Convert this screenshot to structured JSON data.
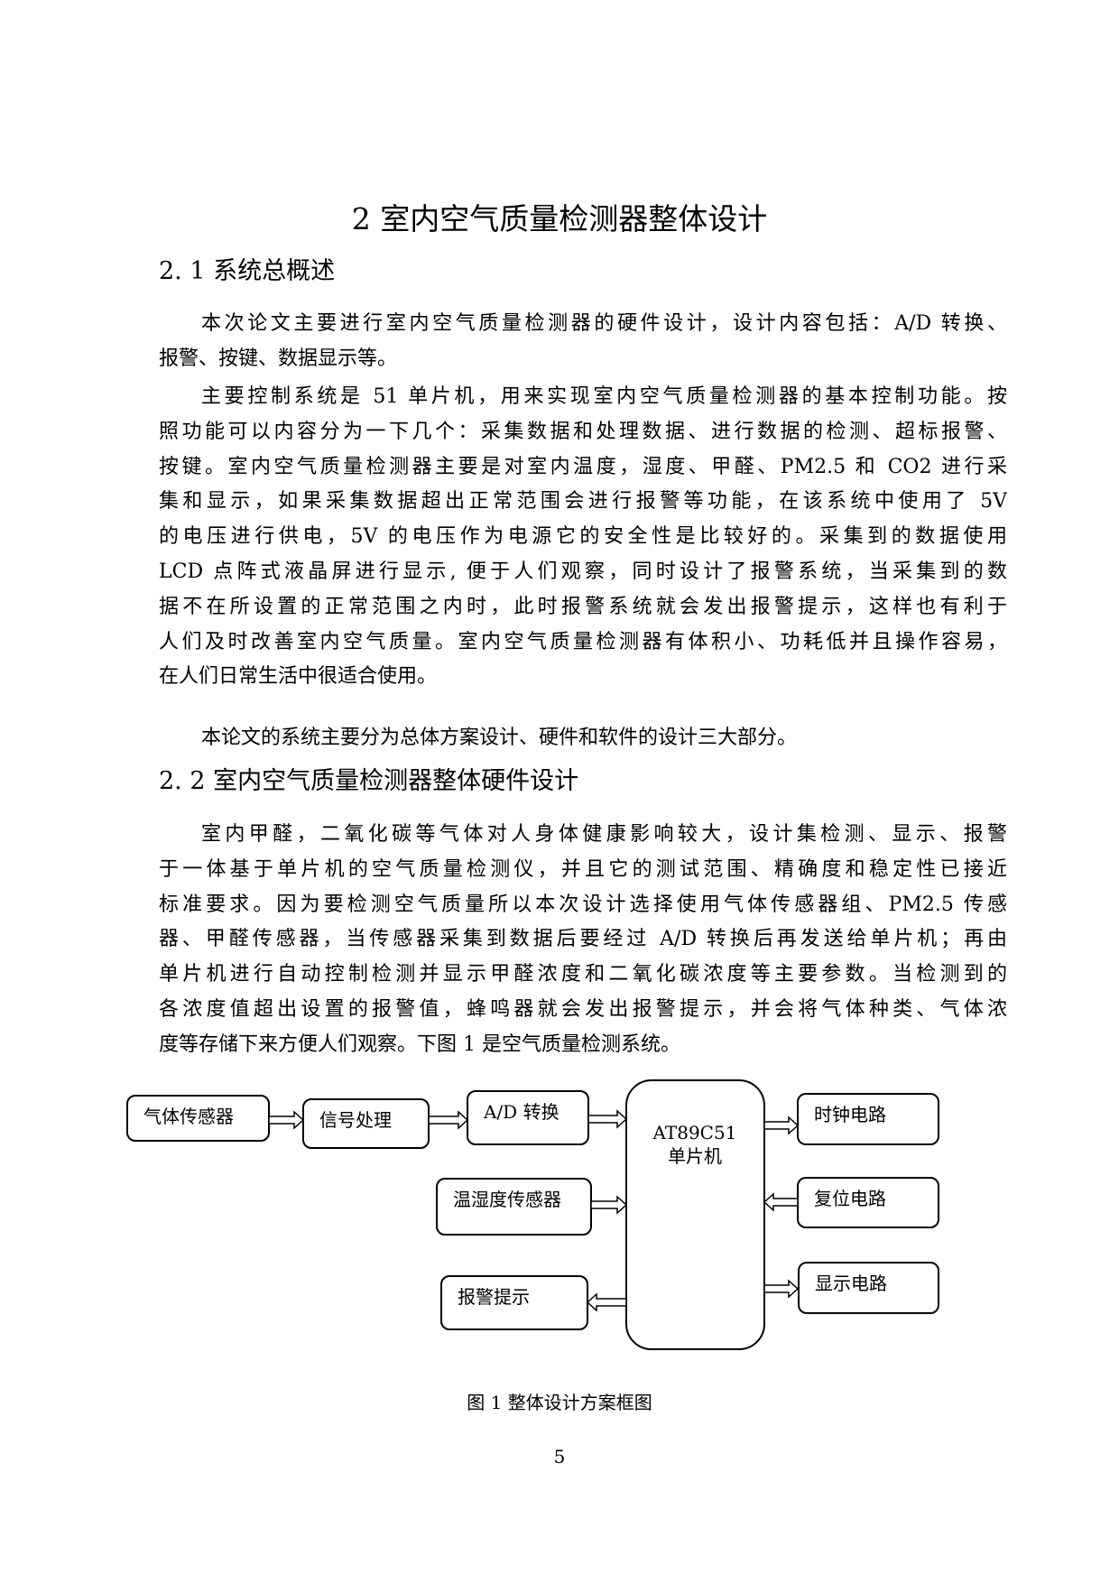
{
  "title": "2 室内空气质量检测器整体设计",
  "sections": [
    {
      "heading": "2. 1 系统总概述"
    },
    {
      "heading": "2. 2 室内空气质量检测器整体硬件设计"
    }
  ],
  "paragraphs": [
    [
      "本次论文主要进行室内空气质量检测器的硬件设计，设计内容包括：A/D 转换、",
      "报警、按键、数据显示等。"
    ],
    [
      "主要控制系统是 51 单片机，用来实现室内空气质量检测器的基本控制功能。按",
      "照功能可以内容分为一下几个：采集数据和处理数据、进行数据的检测、超标报警、",
      "按键。室内空气质量检测器主要是对室内温度，湿度、甲醛、PM2.5 和 CO2 进行采",
      "集和显示，如果采集数据超出正常范围会进行报警等功能，在该系统中使用了 5V",
      "的电压进行供电，5V 的电压作为电源它的安全性是比较好的。采集到的数据使用",
      "LCD 点阵式液晶屏进行显示, 便于人们观察，同时设计了报警系统，当采集到的数",
      "据不在所设置的正常范围之内时，此时报警系统就会发出报警提示，这样也有利于",
      "人们及时改善室内空气质量。室内空气质量检测器有体积小、功耗低并且操作容易，",
      "在人们日常生活中很适合使用。"
    ],
    [
      "本论文的系统主要分为总体方案设计、硬件和软件的设计三大部分。"
    ],
    [
      "室内甲醛，二氧化碳等气体对人身体健康影响较大，设计集检测、显示、报警",
      "于一体基于单片机的空气质量检测仪，并且它的测试范围、精确度和稳定性已接近",
      "标准要求。因为要检测空气质量所以本次设计选择使用气体传感器组、PM2.5 传感",
      "器、甲醛传感器，当传感器采集到数据后要经过 A/D 转换后再发送给单片机；再由",
      "单片机进行自动控制检测并显示甲醛浓度和二氧化碳浓度等主要参数。当检测到的",
      "各浓度值超出设置的报警值，蜂鸣器就会发出报警提示，并会将气体种类、气体浓",
      "度等存储下来方便人们观察。下图 1 是空气质量检测系统。"
    ]
  ],
  "diagram": {
    "blocks": {
      "gas_sensor": "气体传感器",
      "signal": "信号处理",
      "adc": "A/D 转换",
      "mcu_line1": "AT89C51",
      "mcu_line2": "单片机",
      "clock": "时钟电路",
      "reset": "复位电路",
      "display": "显示电路",
      "temp_humidity": "温湿度传感器",
      "alarm": "报警提示"
    }
  },
  "caption": "图 1 整体设计方案框图",
  "page_number": "5"
}
